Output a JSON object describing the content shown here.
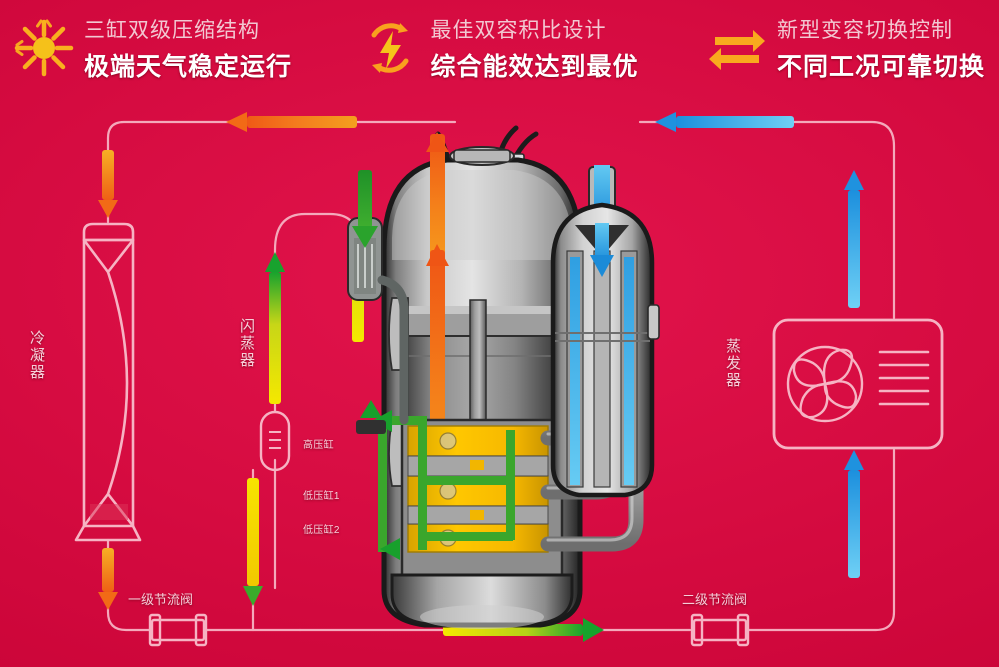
{
  "header": {
    "features": [
      {
        "icon": "sun-snowflake-icon",
        "title": "三缸双级压缩结构",
        "subtitle": "极端天气稳定运行"
      },
      {
        "icon": "lightning-recycle-icon",
        "title": "最佳双容积比设计",
        "subtitle": "综合能效达到最优"
      },
      {
        "icon": "bidirectional-arrows-icon",
        "title": "新型变容切换控制",
        "subtitle": "不同工况可靠切换"
      }
    ]
  },
  "diagram": {
    "components": {
      "condenser": {
        "label": "冷凝器",
        "icon": "condenser-coil-icon"
      },
      "flash_tank": {
        "label": "闪蒸器",
        "icon": "flash-tank-icon"
      },
      "evaporator": {
        "label": "蒸发器",
        "icon": "evaporator-fan-icon"
      },
      "compressor": {
        "icon": "compressor-cutaway-icon"
      },
      "accumulator": {
        "icon": "accumulator-cutaway-icon"
      }
    },
    "valves": [
      {
        "label": "一级节流阀",
        "icon": "throttle-valve-icon"
      },
      {
        "label": "二级节流阀",
        "icon": "throttle-valve-icon"
      }
    ],
    "cylinders": [
      {
        "label": "高压缸"
      },
      {
        "label": "低压缸1"
      },
      {
        "label": "低压缸2"
      }
    ],
    "flow_colors": {
      "discharge_hot": "#f7931e",
      "suction_cold": "#29a8e0",
      "intermediate": "#f5e100",
      "vapor_injection": "#22a637",
      "pipe_outline": "#f4a9bb"
    },
    "background_color": "#d5093f"
  }
}
